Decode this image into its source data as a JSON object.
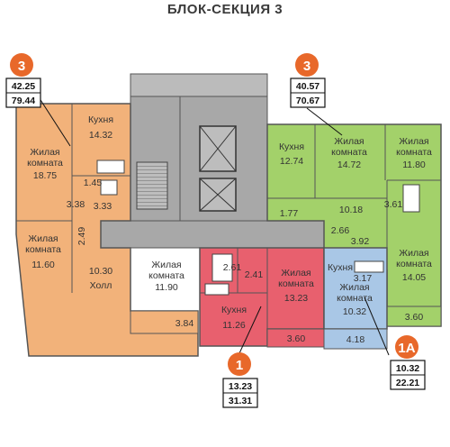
{
  "title": "БЛОК-СЕКЦИЯ 3",
  "colors": {
    "orange": "#f2b27a",
    "green": "#a3d16a",
    "red": "#e8606e",
    "blue": "#a9c7e6",
    "gray": "#a8a8a8",
    "badge": "#e8682a"
  },
  "apartments": {
    "left": {
      "rooms": "3",
      "living": "42.25",
      "total": "79.44"
    },
    "top_right": {
      "rooms": "3",
      "living": "40.57",
      "total": "70.67"
    },
    "bottom_center": {
      "rooms": "1",
      "living": "13.23",
      "total": "31.31"
    },
    "bottom_right": {
      "rooms": "1A",
      "living": "10.32",
      "total": "22.21"
    }
  },
  "rooms": {
    "left_room1_name_a": "Жилая",
    "left_room1_name_b": "комната",
    "left_room1_area": "18.75",
    "left_kitchen_name": "Кухня",
    "left_kitchen_area": "14.32",
    "left_bath1_area": "1.45",
    "left_bath2_area": "3.33",
    "left_corridor_area": "3.38",
    "left_corr2_area": "2.49",
    "left_room2_name_a": "Жилая",
    "left_room2_name_b": "комната",
    "left_room2_area": "11.60",
    "left_hall_area": "10.30",
    "left_hall_name": "Холл",
    "left_room3_name_a": "Жилая",
    "left_room3_name_b": "комната",
    "left_room3_area": "11.90",
    "left_balcony_area": "3.84",
    "tr_kitchen_name": "Кухня",
    "tr_kitchen_area": "12.74",
    "tr_room1_name_a": "Жилая",
    "tr_room1_name_b": "комната",
    "tr_room1_area": "14.72",
    "tr_room2_name_a": "Жилая",
    "tr_room2_name_b": "комната",
    "tr_room2_area": "11.80",
    "tr_bath_area": "1.77",
    "tr_hall_area": "10.18",
    "tr_bath2_area": "3.61",
    "tr_corr_area": "2.66",
    "tr_bath3_area": "3.92",
    "tr_room3_name_a": "Жилая",
    "tr_room3_name_b": "комната",
    "tr_room3_area": "14.05",
    "tr_balcony_area": "3.60",
    "bc_bath_area": "2.61",
    "bc_corr_area": "2.41",
    "bc_kitchen_name": "Кухня",
    "bc_kitchen_area": "11.26",
    "bc_room_name_a": "Жилая",
    "bc_room_name_b": "комната",
    "bc_room_area": "13.23",
    "bc_balcony_area": "3.60",
    "br_kitchen_name": "Кухня",
    "br_bath_area": "3.17",
    "br_room_name_a": "Жилая",
    "br_room_name_b": "комната",
    "br_room_area": "10.32",
    "br_balcony_area": "4.18"
  }
}
